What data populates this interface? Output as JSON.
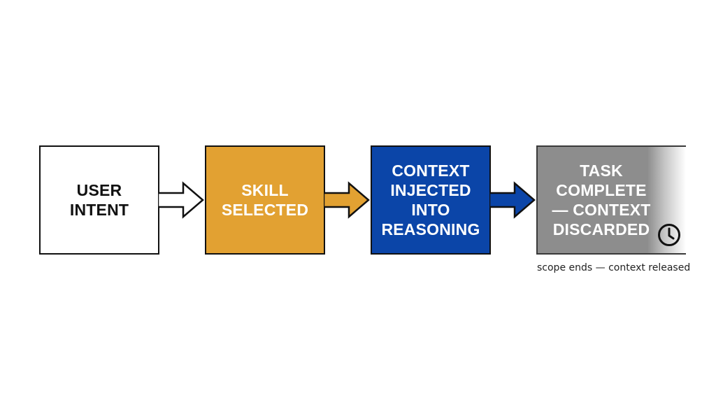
{
  "steps": [
    {
      "label": "USER\nINTENT",
      "color": "#ffffff"
    },
    {
      "label": "SKILL\nSELECTED",
      "color": "#e2a132"
    },
    {
      "label": "CONTEXT\nINJECTED\nINTO\nREASONING",
      "color": "#0b45a8"
    },
    {
      "label": "TASK\nCOMPLETE\n— CONTEXT\nDISCARDED",
      "color": "#8d8d8d",
      "icon": "clock-icon"
    }
  ],
  "arrows": [
    {
      "style": "outline",
      "color": "#ffffff"
    },
    {
      "style": "filled",
      "color": "#e2a132"
    },
    {
      "style": "filled",
      "color": "#0b45a8"
    }
  ],
  "caption": "scope ends — context released"
}
